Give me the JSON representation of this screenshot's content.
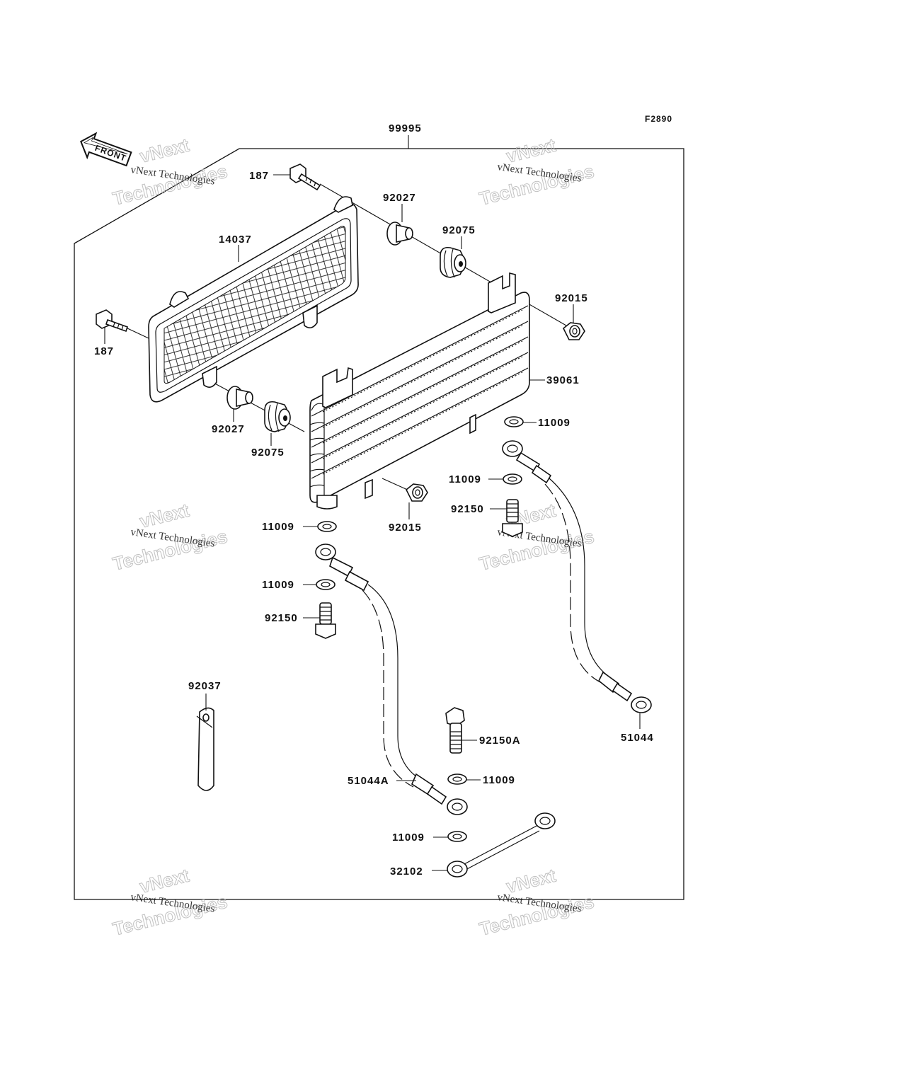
{
  "figure_code": "F2890",
  "front_label": "FRONT",
  "labels": {
    "kit": "99995",
    "bolt_top": "187",
    "bolt_left": "187",
    "screen": "14037",
    "collar_top": "92027",
    "collar_left": "92027",
    "grommet_top": "92075",
    "grommet_left": "92075",
    "nut_top": "92015",
    "nut_bottom": "92015",
    "cooler": "39061",
    "washer_r1": "11009",
    "washer_r2": "11009",
    "washer_l1": "11009",
    "washer_l2": "11009",
    "washer_b1": "11009",
    "washer_b2": "11009",
    "bolt_banjo_r": "92150",
    "bolt_banjo_l": "92150",
    "bolt_banjo_a": "92150A",
    "band": "92037",
    "hose_r": "51044",
    "hose_l": "51044A",
    "pipe": "32102"
  },
  "watermark": {
    "line1": "vNext Technologies",
    "line2": "Technologies",
    "logo": "vNext"
  }
}
